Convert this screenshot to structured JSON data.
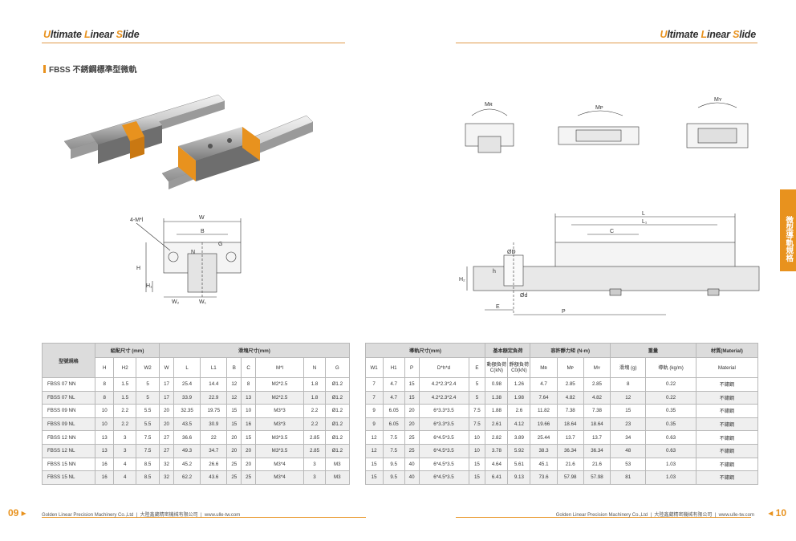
{
  "brand": {
    "word1_cap": "U",
    "word1_rest": "ltimate ",
    "word2_cap": "L",
    "word2_rest": "inear ",
    "word3_cap": "S",
    "word3_rest": "lide"
  },
  "section_title": "FBSS 不銹鋼標準型微軌",
  "side_tab": "微型導軌規格",
  "moment_labels": {
    "mr": "Mʀ",
    "mp": "Mᴘ",
    "my": "Mʏ"
  },
  "front_view_labels": {
    "m": "4-M*l",
    "w": "W",
    "b": "B",
    "g": "G",
    "n": "N",
    "h": "H",
    "h1": "H₁",
    "w2": "W₂",
    "w1": "W₁"
  },
  "side_view_labels": {
    "l": "L",
    "l1": "L₁",
    "c": "C",
    "od": "ØD",
    "h": "h",
    "h2": "H₂",
    "od2": "Ød",
    "e": "E",
    "p": "P"
  },
  "table": {
    "group_headers": {
      "model": "型號規格",
      "assembly": "組配尺寸 (mm)",
      "slider": "滑塊尺寸(mm)",
      "rail": "導軌尺寸(mm)",
      "load": "基本額定負荷",
      "moment": "容許靜力矩 (N-m)",
      "weight": "重量",
      "material": "材質(Material)"
    },
    "sub_headers": {
      "H": "H",
      "H2": "H2",
      "W2": "W2",
      "W": "W",
      "L": "L",
      "L1": "L1",
      "B": "B",
      "C": "C",
      "M": "M*l",
      "N": "N",
      "G": "G",
      "W1": "W1",
      "Hr": "H1",
      "P": "P",
      "D": "D*h*d",
      "E": "E",
      "C_dyn": "動額負荷 C(kN)",
      "C0_stat": "靜額負荷 C0(kN)",
      "Mr": "Mʀ",
      "Mp": "Mᴘ",
      "My": "Mʏ",
      "slider_w": "滑塊 (g)",
      "rail_w": "導軌 (kg/m)",
      "material": "Material"
    },
    "rows": [
      [
        "FBSS 07 NN",
        "8",
        "1.5",
        "5",
        "17",
        "25.4",
        "14.4",
        "12",
        "8",
        "M2*2.5",
        "1.8",
        "Ø1.2",
        "7",
        "4.7",
        "15",
        "4.2*2.3*2.4",
        "5",
        "0.98",
        "1.26",
        "4.7",
        "2.85",
        "2.85",
        "8",
        "0.22",
        "不鏽鋼"
      ],
      [
        "FBSS 07 NL",
        "8",
        "1.5",
        "5",
        "17",
        "33.9",
        "22.9",
        "12",
        "13",
        "M2*2.5",
        "1.8",
        "Ø1.2",
        "7",
        "4.7",
        "15",
        "4.2*2.3*2.4",
        "5",
        "1.38",
        "1.98",
        "7.64",
        "4.82",
        "4.82",
        "12",
        "0.22",
        "不鏽鋼"
      ],
      [
        "FBSS 09 NN",
        "10",
        "2.2",
        "5.5",
        "20",
        "32.35",
        "19.75",
        "15",
        "10",
        "M3*3",
        "2.2",
        "Ø1.2",
        "9",
        "6.05",
        "20",
        "6*3.3*3.5",
        "7.5",
        "1.88",
        "2.6",
        "11.82",
        "7.38",
        "7.38",
        "15",
        "0.35",
        "不鏽鋼"
      ],
      [
        "FBSS 09 NL",
        "10",
        "2.2",
        "5.5",
        "20",
        "43.5",
        "30.9",
        "15",
        "16",
        "M3*3",
        "2.2",
        "Ø1.2",
        "9",
        "6.05",
        "20",
        "6*3.3*3.5",
        "7.5",
        "2.61",
        "4.12",
        "19.66",
        "18.64",
        "18.64",
        "23",
        "0.35",
        "不鏽鋼"
      ],
      [
        "FBSS 12 NN",
        "13",
        "3",
        "7.5",
        "27",
        "36.6",
        "22",
        "20",
        "15",
        "M3*3.5",
        "2.85",
        "Ø1.2",
        "12",
        "7.5",
        "25",
        "6*4.5*3.5",
        "10",
        "2.82",
        "3.89",
        "25.44",
        "13.7",
        "13.7",
        "34",
        "0.63",
        "不鏽鋼"
      ],
      [
        "FBSS 12 NL",
        "13",
        "3",
        "7.5",
        "27",
        "49.3",
        "34.7",
        "20",
        "20",
        "M3*3.5",
        "2.85",
        "Ø1.2",
        "12",
        "7.5",
        "25",
        "6*4.5*3.5",
        "10",
        "3.78",
        "5.92",
        "38.3",
        "36.34",
        "36.34",
        "48",
        "0.63",
        "不鏽鋼"
      ],
      [
        "FBSS 15 NN",
        "16",
        "4",
        "8.5",
        "32",
        "45.2",
        "26.6",
        "25",
        "20",
        "M3*4",
        "3",
        "M3",
        "15",
        "9.5",
        "40",
        "6*4.5*3.5",
        "15",
        "4.64",
        "5.61",
        "45.1",
        "21.6",
        "21.6",
        "53",
        "1.03",
        "不鏽鋼"
      ],
      [
        "FBSS 15 NL",
        "16",
        "4",
        "8.5",
        "32",
        "62.2",
        "43.6",
        "25",
        "25",
        "M3*4",
        "3",
        "M3",
        "15",
        "9.5",
        "40",
        "6*4.5*3.5",
        "15",
        "6.41",
        "9.13",
        "73.6",
        "57.98",
        "57.98",
        "81",
        "1.03",
        "不鏽鋼"
      ]
    ]
  },
  "footer": {
    "page_left": "09 ▸",
    "page_right": "◂ 10",
    "company": "Golden Linear Precision Machinery Co.,Ltd",
    "company_cn": "大陸鑫葳精密機械有限公司",
    "url": "www.ulle-tw.com",
    "sep": "|"
  },
  "colors": {
    "accent": "#e8921e",
    "header_bg": "#dcdcdc",
    "row_alt": "#efefef"
  }
}
